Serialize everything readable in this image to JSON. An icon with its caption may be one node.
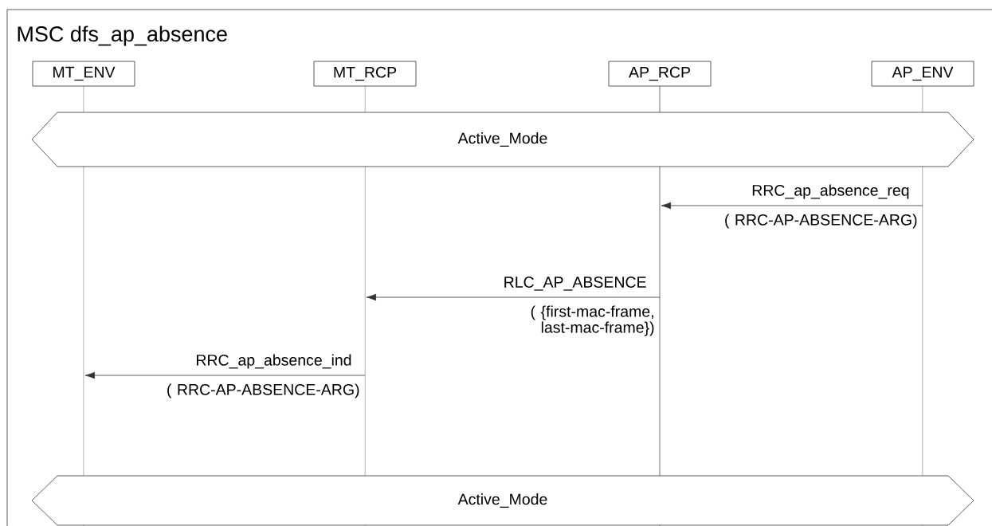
{
  "diagram": {
    "title": "MSC dfs_ap_absence",
    "nodes": [
      {
        "text": [
          "MT_ENV"
        ]
      },
      {
        "text": [
          "MT_RCP"
        ]
      },
      {
        "text": [
          "AP_RCP"
        ]
      },
      {
        "text": [
          "AP_ENV"
        ]
      },
      {
        "text": [
          "Active_Mode"
        ]
      },
      {
        "text": [
          "Active_Mode"
        ]
      },
      {
        "text": [],
        "shape": "bar"
      },
      {
        "text": [],
        "shape": "bar"
      },
      {
        "text": [],
        "shape": "bar"
      },
      {
        "text": [],
        "shape": "bar"
      }
    ],
    "edges": [
      {
        "from": 9,
        "to": 8,
        "arrow": "to",
        "label": "RRC_ap_absence_req"
      },
      {
        "from": 8,
        "to": 7,
        "arrow": "to",
        "label": "RLC_AP_ABSENCE"
      },
      {
        "from": 7,
        "to": 6,
        "arrow": "to",
        "label": "RRC_ap_absence_ind"
      }
    ],
    "labels": [
      "( RRC-AP-ABSENCE-ARG)",
      "( {first-mac-frame, last-mac-frame})",
      "( RRC-AP-ABSENCE-ARG)"
    ]
  }
}
